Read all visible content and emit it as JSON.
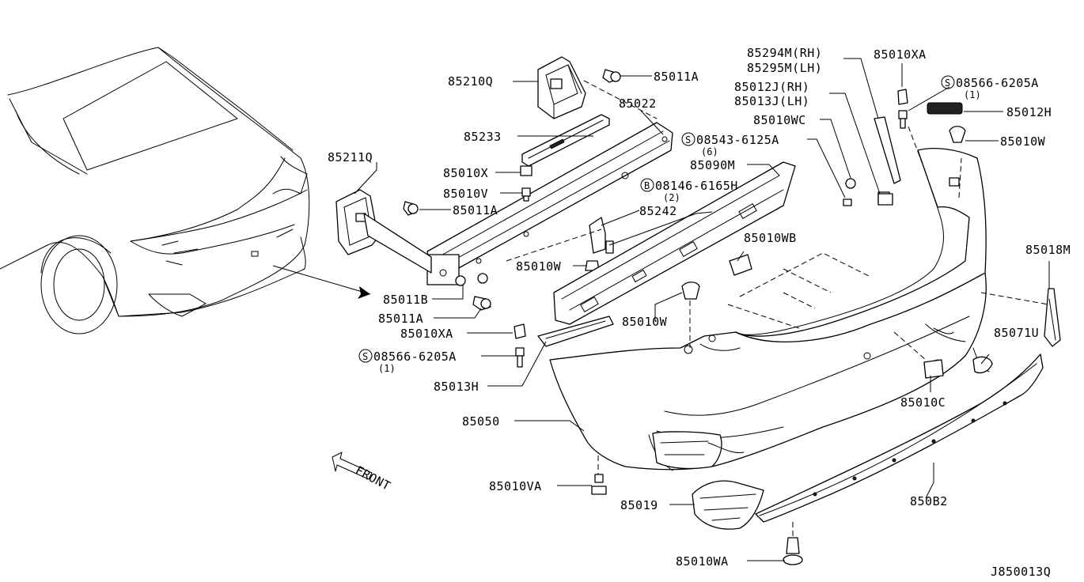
{
  "diagram_code": "J850013Q",
  "direction_label": "FRONT",
  "labels": {
    "p85210Q": "85210Q",
    "p85011A_top": "85011A",
    "p85022": "85022",
    "p85233": "85233",
    "p85010X": "85010X",
    "p85010V": "85010V",
    "p85211Q": "85211Q",
    "p85011A_mid": "85011A",
    "p85011B": "85011B",
    "p85011A_low": "85011A",
    "p85010XA_left": "85010XA",
    "p08566_left": "08566-6205A",
    "p08566_left_qty": "(1)",
    "p85013H": "85013H",
    "p85050": "85050",
    "p85010VA": "85010VA",
    "p85019": "85019",
    "p85010WA": "85010WA",
    "p85082": "850B2",
    "p85010C": "85010C",
    "p85071U": "85071U",
    "p85018M": "85018M",
    "p85010W_right": "85010W",
    "p85012H": "85012H",
    "p08566_right": "08566-6205A",
    "p08566_right_qty": "(1)",
    "p85010XA_right": "85010XA",
    "p85294M": "85294M(RH)",
    "p85295M": "85295M(LH)",
    "p85012J": "85012J(RH)",
    "p85013J": "85013J(LH)",
    "p85010WC": "85010WC",
    "p08543": "08543-6125A",
    "p08543_qty": "(6)",
    "p85090M": "85090M",
    "p08146": "08146-6165H",
    "p08146_qty": "(2)",
    "p85242": "85242",
    "p85010W_mid": "85010W",
    "p85010WB": "85010WB",
    "p85010W_low": "85010W"
  },
  "symbols": {
    "screw_prefix": "S",
    "bolt_prefix": "B"
  }
}
